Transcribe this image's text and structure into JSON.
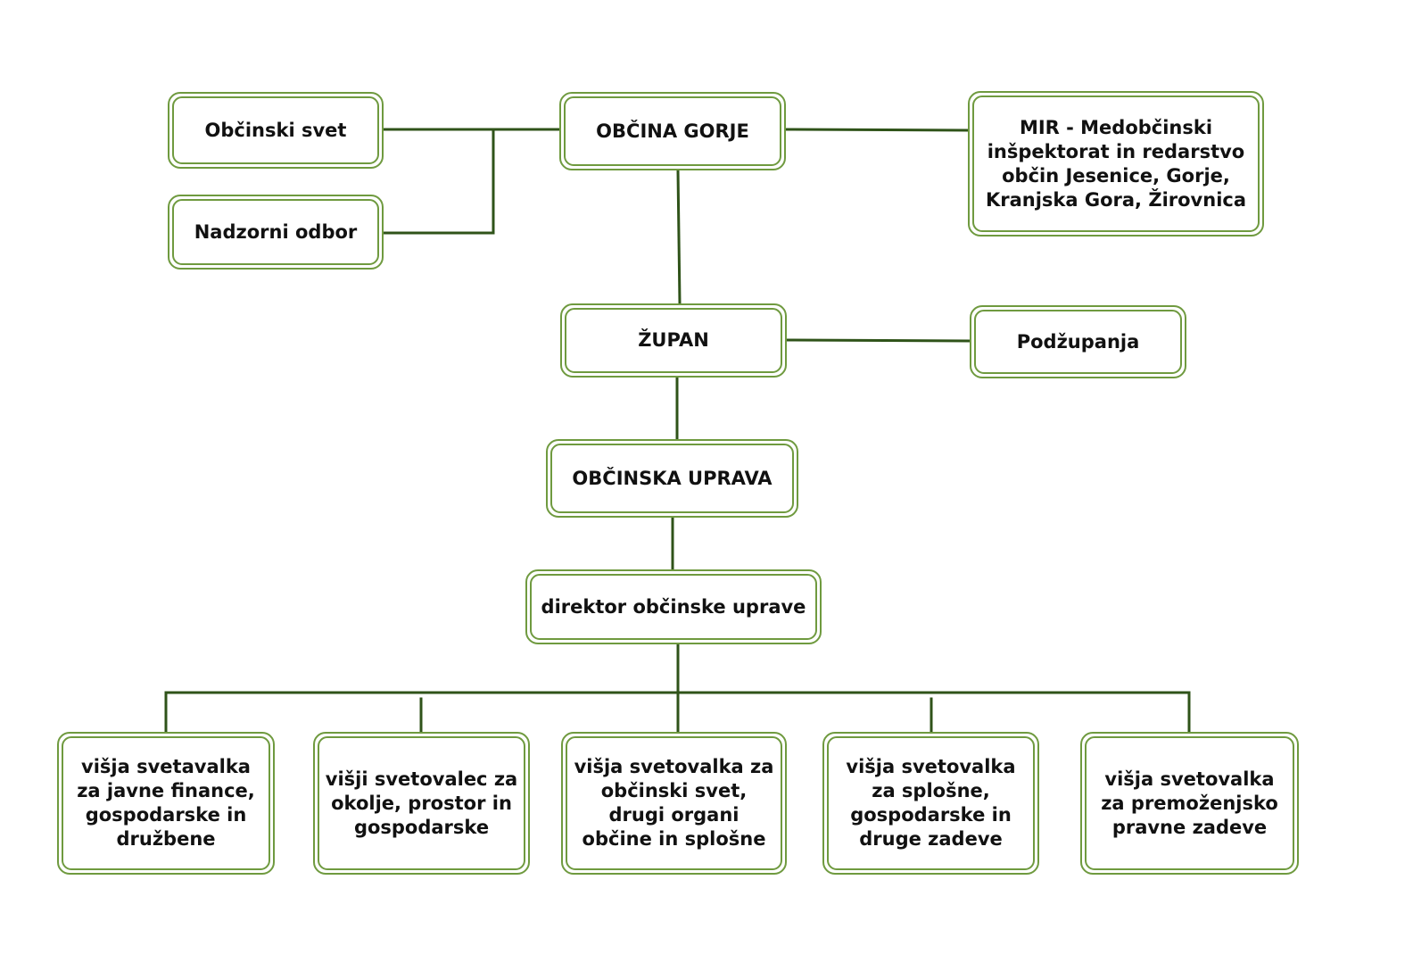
{
  "colors": {
    "box_border": "#6f9a3f",
    "connector": "#2f5319",
    "text": "#111111"
  },
  "nodes": {
    "obcinski_svet": "Občinski svet",
    "nadzorni_odbor": "Nadzorni odbor",
    "obcina": "OBČINA GORJE",
    "mir": "MIR - Medobčinski inšpektorat in redarstvo občin Jesenice, Gorje, Kranjska Gora, Žirovnica",
    "zupan": "ŽUPAN",
    "podzupanja": "Podžupanja",
    "uprava": "OBČINSKA UPRAVA",
    "direktor": "direktor občinske uprave",
    "staff": [
      "višja svetavalka za javne finance, gospodarske in družbene",
      "višji svetovalec za okolje, prostor in gospodarske",
      "višja svetovalka za občinski svet, drugi organi občine in splošne",
      "višja svetovalka za splošne, gospodarske in druge zadeve",
      "višja svetovalka za premoženjsko pravne zadeve"
    ]
  }
}
